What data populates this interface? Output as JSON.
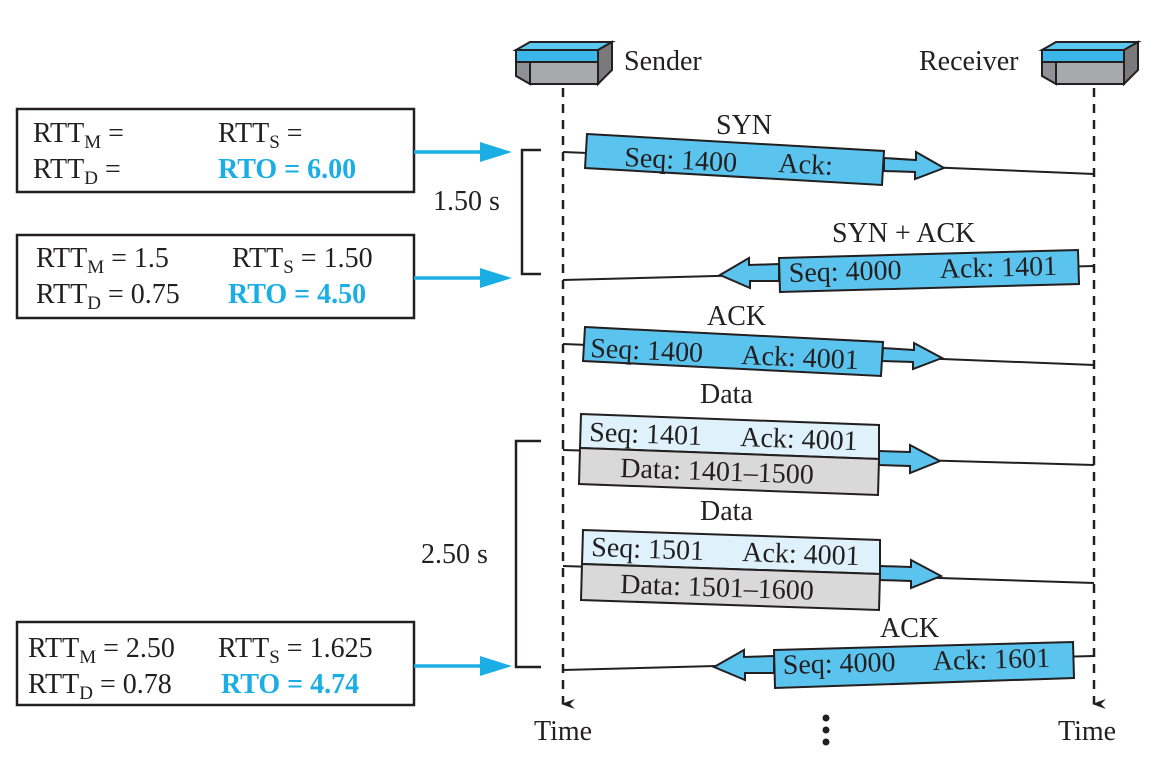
{
  "hosts": {
    "sender": "Sender",
    "receiver": "Receiver"
  },
  "time_labels": {
    "sender": "Time",
    "receiver": "Time"
  },
  "intervals": {
    "first": "1.50 s",
    "second": "2.50 s"
  },
  "boxes": [
    {
      "rtt_m": "RTT",
      "rtt_m_sub": "M",
      "rtt_m_val": " =",
      "rtt_s": "RTT",
      "rtt_s_sub": "S",
      "rtt_s_val": " =",
      "rtt_d": "RTT",
      "rtt_d_sub": "D",
      "rtt_d_val": "  =",
      "rto": "RTO = 6.00"
    },
    {
      "rtt_m": "RTT",
      "rtt_m_sub": "M",
      "rtt_m_val": " = 1.5",
      "rtt_s": "RTT",
      "rtt_s_sub": "S",
      "rtt_s_val": " = 1.50",
      "rtt_d": "RTT",
      "rtt_d_sub": "D",
      "rtt_d_val": " = 0.75",
      "rto": "RTO = 4.50"
    },
    {
      "rtt_m": "RTT",
      "rtt_m_sub": "M",
      "rtt_m_val": " = 2.50",
      "rtt_s": "RTT",
      "rtt_s_sub": "S",
      "rtt_s_val": " = 1.625",
      "rtt_d": "RTT",
      "rtt_d_sub": "D",
      "rtt_d_val": " = 0.78",
      "rto": "RTO = 4.74"
    }
  ],
  "segments": [
    {
      "title": "SYN",
      "seq": "Seq: 1400",
      "ack": "Ack:"
    },
    {
      "title": "SYN + ACK",
      "seq": "Seq: 4000",
      "ack": "Ack: 1401"
    },
    {
      "title": "ACK",
      "seq": "Seq: 1400",
      "ack": "Ack: 4001"
    },
    {
      "title": "Data",
      "seq": "Seq: 1401",
      "ack": "Ack: 4001",
      "data": "Data: 1401–1500"
    },
    {
      "title": "Data",
      "seq": "Seq: 1501",
      "ack": "Ack: 4001",
      "data": "Data: 1501–1600"
    },
    {
      "title": "ACK",
      "seq": "Seq: 4000",
      "ack": "Ack: 1601"
    }
  ],
  "colors": {
    "accent": "#1aaee5",
    "segment_fill": "#5bc4ee",
    "data_header_fill": "#dff2fb",
    "data_body_fill": "#d9d9da"
  }
}
